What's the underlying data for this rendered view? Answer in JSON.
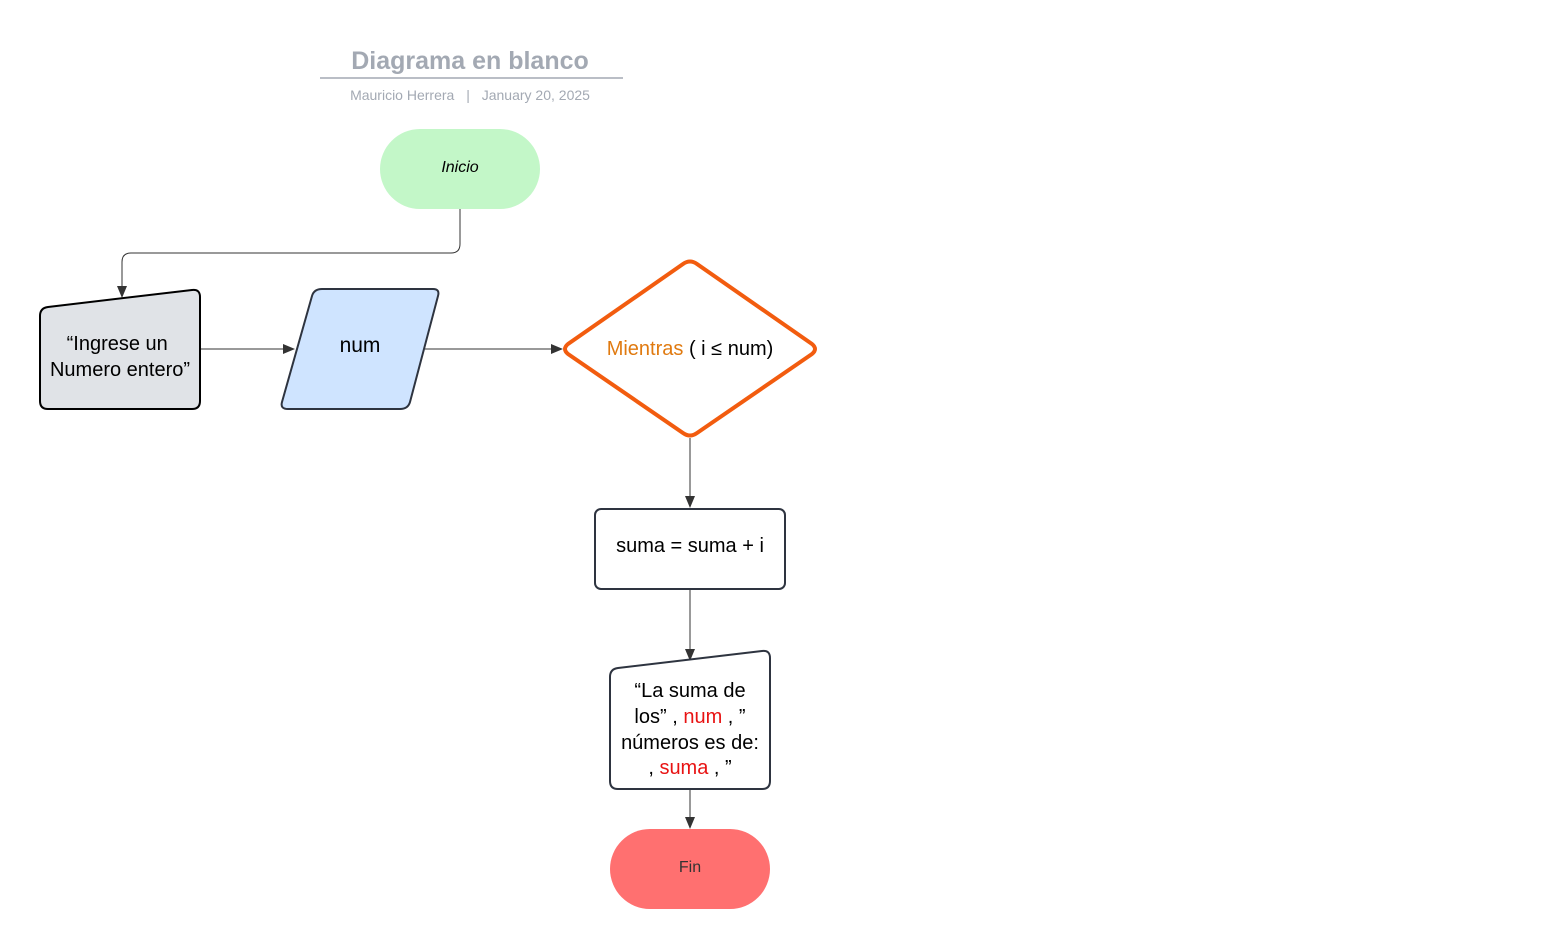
{
  "header": {
    "title": "Diagrama en blanco",
    "author": "Mauricio Herrera",
    "separator": "|",
    "date": "January 20, 2025"
  },
  "nodes": {
    "start": {
      "label": "Inicio",
      "color": "#c3f7c8"
    },
    "prompt": {
      "line1": "“Ingrese un",
      "line2": "Numero entero”",
      "color": "#e0e3e7"
    },
    "input": {
      "label": "num",
      "color": "#cfe4ff"
    },
    "decision": {
      "keyword": "Mientras",
      "condition": " ( i ≤ num)",
      "keyword_color": "#e07a10",
      "border_color": "#f25c0f"
    },
    "process": {
      "label": "suma = suma + i"
    },
    "output": {
      "line1": "“La suma de",
      "line2_a": "los” , ",
      "line2_var": "num",
      "line2_b": " , ”",
      "line3": "números es de:",
      "line4_a": ", ",
      "line4_var": "suma",
      "line4_b": " , ”",
      "var_color": "#e81313"
    },
    "end": {
      "label": "Fin",
      "color": "#ff7070"
    }
  }
}
